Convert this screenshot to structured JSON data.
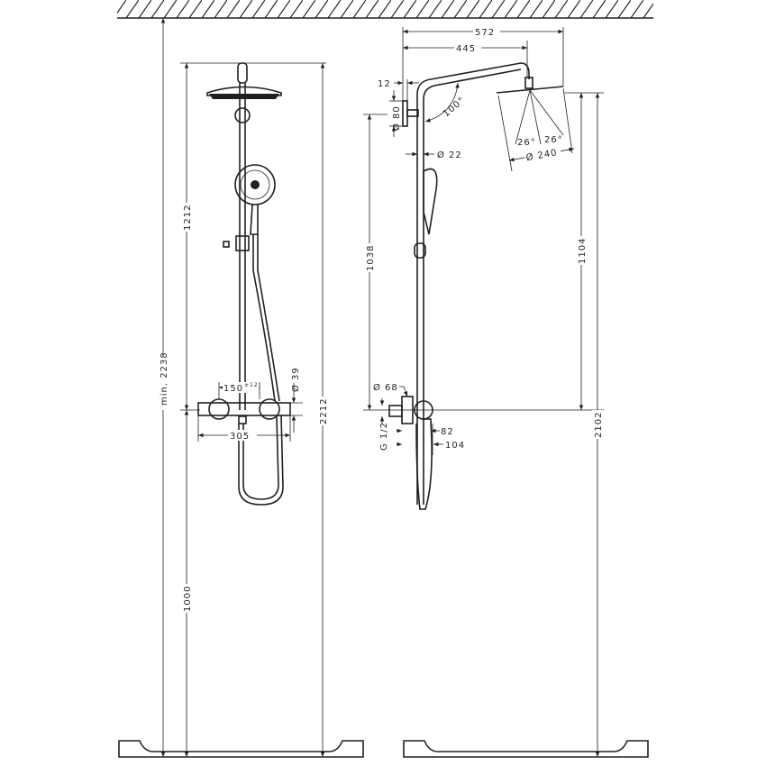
{
  "drawing": {
    "front_view": {
      "total_min_height": "min. 2238",
      "upper_height": "1212",
      "lower_height": "1000",
      "overall_height": "2212",
      "mixer_width": "305",
      "connection_spacing": "150",
      "connection_tolerance": "±12",
      "mixer_diameter": "Ø 39"
    },
    "side_view": {
      "arm_reach_total": "572",
      "arm_reach": "445",
      "wall_offset": "12",
      "wall_disc_diameter": "Ø 80",
      "arm_angle": "100°",
      "pipe_diameter": "Ø 22",
      "spray_angle_left": "26°",
      "spray_angle_right": "26°",
      "head_diameter": "Ø 240",
      "column_height": "1038",
      "head_height_above_mixer": "1104",
      "head_height_overall": "2102",
      "mixer_disc_diameter": "Ø 68",
      "thread": "G 1/2",
      "mixer_depth": "82",
      "mixer_depth_total": "104"
    },
    "colors": {
      "line": "#231f20",
      "background": "#ffffff"
    }
  }
}
